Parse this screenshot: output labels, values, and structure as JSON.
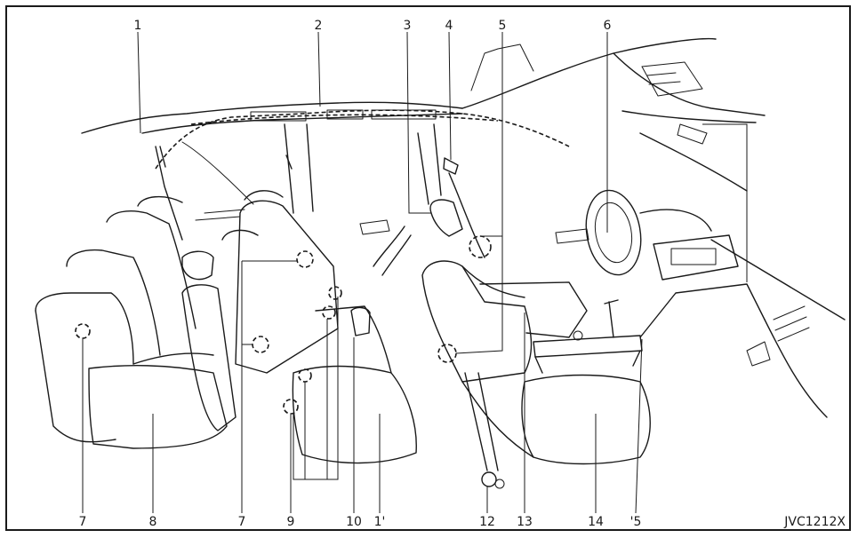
{
  "callouts": [
    {
      "id": "1",
      "label": "1"
    },
    {
      "id": "2",
      "label": "2"
    },
    {
      "id": "3",
      "label": "3"
    },
    {
      "id": "4",
      "label": "4"
    },
    {
      "id": "5",
      "label": "5"
    },
    {
      "id": "6",
      "label": "6"
    },
    {
      "id": "7a",
      "label": "7"
    },
    {
      "id": "8",
      "label": "8"
    },
    {
      "id": "7b",
      "label": "7"
    },
    {
      "id": "9",
      "label": "9"
    },
    {
      "id": "10",
      "label": "10"
    },
    {
      "id": "11",
      "label": "1'"
    },
    {
      "id": "12",
      "label": "12"
    },
    {
      "id": "13",
      "label": "13"
    },
    {
      "id": "14",
      "label": "14"
    },
    {
      "id": "15",
      "label": "'5"
    }
  ],
  "figure_code": "JVC1212X"
}
